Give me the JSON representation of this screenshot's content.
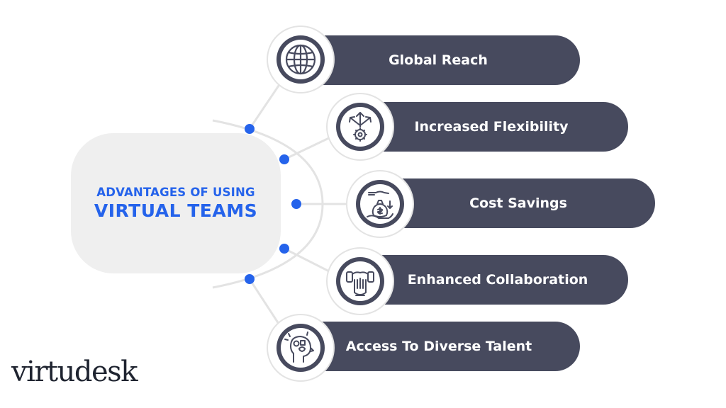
{
  "center": {
    "line1": "ADVANTAGES OF USING",
    "line2": "VIRTUAL TEAMS"
  },
  "items": [
    {
      "label": "Global Reach",
      "icon": "globe-icon"
    },
    {
      "label": "Increased Flexibility",
      "icon": "branching-arrows-gear-icon"
    },
    {
      "label": "Cost Savings",
      "icon": "hand-money-bag-icon"
    },
    {
      "label": "Enhanced Collaboration",
      "icon": "joined-hands-icon"
    },
    {
      "label": "Access To Diverse Talent",
      "icon": "head-ideas-icon"
    }
  ],
  "logo": {
    "text": "virtudesk",
    "mark": "."
  },
  "colors": {
    "pill": "#474a5e",
    "accent": "#2563eb",
    "center_bg": "#efefef",
    "connector": "#e3e3e3"
  }
}
